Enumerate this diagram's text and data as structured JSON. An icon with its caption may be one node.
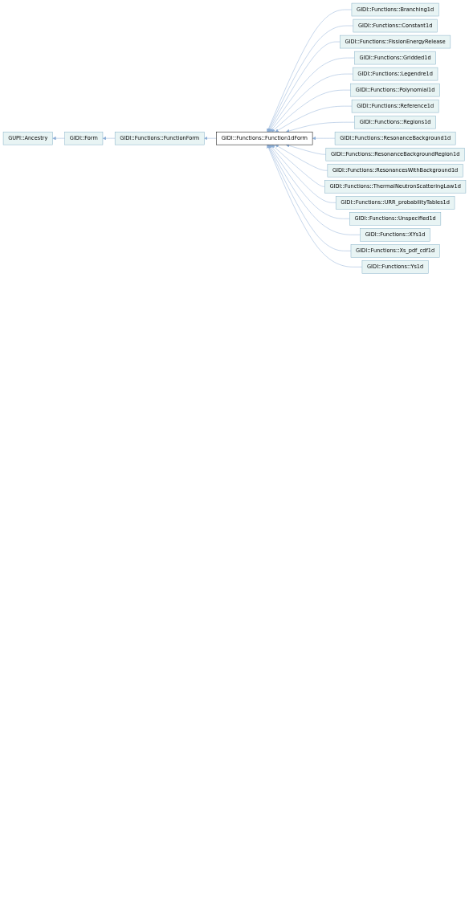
{
  "diagram": {
    "nodes": [
      {
        "text": [
          "GUPI::Ancestry"
        ]
      },
      {
        "text": [
          "GIDI::Form"
        ]
      },
      {
        "text": [
          "GIDI::Functions::FunctionForm"
        ]
      },
      {
        "text": [
          "GIDI::Functions::Function1dForm"
        ]
      },
      {
        "text": [
          "GIDI::Functions::Branching1d"
        ]
      },
      {
        "text": [
          "GIDI::Functions::Constant1d"
        ]
      },
      {
        "text": [
          "GIDI::Functions::FissionEnergyRelease"
        ]
      },
      {
        "text": [
          "GIDI::Functions::Gridded1d"
        ]
      },
      {
        "text": [
          "GIDI::Functions::Legendre1d"
        ]
      },
      {
        "text": [
          "GIDI::Functions::Polynomial1d"
        ]
      },
      {
        "text": [
          "GIDI::Functions::Reference1d"
        ]
      },
      {
        "text": [
          "GIDI::Functions::Regions1d"
        ]
      },
      {
        "text": [
          "GIDI::Functions::ResonanceBackground1d"
        ]
      },
      {
        "text": [
          "GIDI::Functions::ResonanceBackgroundRegion1d"
        ]
      },
      {
        "text": [
          "GIDI::Functions::ResonancesWithBackground1d"
        ]
      },
      {
        "text": [
          "GIDI::Functions::ThermalNeutronScatteringLaw1d"
        ]
      },
      {
        "text": [
          "GIDI::Functions::URR_probabilityTables1d"
        ]
      },
      {
        "text": [
          "GIDI::Functions::Unspecified1d"
        ]
      },
      {
        "text": [
          "GIDI::Functions::XYs1d"
        ]
      },
      {
        "text": [
          "GIDI::Functions::Xs_pdf_cdf1d"
        ]
      },
      {
        "text": [
          "GIDI::Functions::Ys1d"
        ]
      }
    ],
    "edges": [
      {
        "from": 1,
        "to": 0,
        "arrow": "to"
      },
      {
        "from": 2,
        "to": 1,
        "arrow": "to"
      },
      {
        "from": 3,
        "to": 2,
        "arrow": "to"
      },
      {
        "from": 4,
        "to": 3,
        "arrow": "to"
      },
      {
        "from": 5,
        "to": 3,
        "arrow": "to"
      },
      {
        "from": 6,
        "to": 3,
        "arrow": "to"
      },
      {
        "from": 7,
        "to": 3,
        "arrow": "to"
      },
      {
        "from": 8,
        "to": 3,
        "arrow": "to"
      },
      {
        "from": 9,
        "to": 3,
        "arrow": "to"
      },
      {
        "from": 10,
        "to": 3,
        "arrow": "to"
      },
      {
        "from": 11,
        "to": 3,
        "arrow": "to"
      },
      {
        "from": 12,
        "to": 3,
        "arrow": "to"
      },
      {
        "from": 13,
        "to": 3,
        "arrow": "to"
      },
      {
        "from": 14,
        "to": 3,
        "arrow": "to"
      },
      {
        "from": 15,
        "to": 3,
        "arrow": "to"
      },
      {
        "from": 16,
        "to": 3,
        "arrow": "to"
      },
      {
        "from": 17,
        "to": 3,
        "arrow": "to"
      },
      {
        "from": 18,
        "to": 3,
        "arrow": "to"
      },
      {
        "from": 19,
        "to": 3,
        "arrow": "to"
      },
      {
        "from": 20,
        "to": 3,
        "arrow": "to"
      }
    ]
  }
}
